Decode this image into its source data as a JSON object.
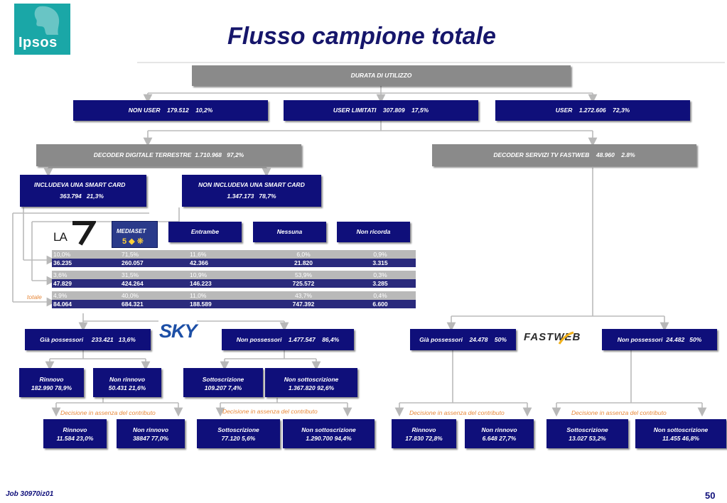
{
  "logo": {
    "text": "Ipsos"
  },
  "title": "Flusso campione totale",
  "top_bar": "DURATA DI UTILIZZO",
  "users": [
    {
      "label": "NON USER",
      "n": "179.512",
      "pct": "10,2%"
    },
    {
      "label": "USER LIMITATI",
      "n": "307.809",
      "pct": "17,5%"
    },
    {
      "label": "USER",
      "n": "1.272.606",
      "pct": "72,3%"
    }
  ],
  "decoders": [
    {
      "label": "DECODER DIGITALE TERRESTRE",
      "n": "1.710.968",
      "pct": "97,2%"
    },
    {
      "label": "DECODER SERVIZI TV FASTWEB",
      "n": "48.960",
      "pct": "2.8%"
    }
  ],
  "smart": [
    {
      "label": "INCLUDEVA UNA SMART CARD",
      "n": "363.794",
      "pct": "21,3%"
    },
    {
      "label": "NON INCLUDEVA UNA SMART CARD",
      "n": "1.347.173",
      "pct": "78,7%"
    }
  ],
  "brands": {
    "la7": "LA",
    "mediaset": "MEDIASET",
    "sky": "SKY",
    "fastweb": "FASTWEB"
  },
  "table_headers": [
    "Entrambe",
    "Nessuna",
    "Non ricorda"
  ],
  "table_rows": [
    {
      "pct": [
        "10,0%",
        "71,5%",
        "11,6%",
        "6,0%",
        "0,9%"
      ],
      "num": [
        "36.235",
        "260.057",
        "42.366",
        "21.820",
        "3.315"
      ]
    },
    {
      "pct": [
        "3,6%",
        "31,5%",
        "10,9%",
        "53,9%",
        "0,3%"
      ],
      "num": [
        "47.829",
        "424.264",
        "146.223",
        "725.572",
        "3.285"
      ]
    },
    {
      "pct": [
        "4,9%",
        "40,0%",
        "11,0%",
        "43,7%",
        "0,4%"
      ],
      "num": [
        "84.064",
        "684.321",
        "188.589",
        "747.392",
        "6.600"
      ]
    }
  ],
  "totale_label": "totale",
  "owners": [
    {
      "label": "Già possessori",
      "n": "233.421",
      "pct": "13,6%"
    },
    {
      "label": "Non  possessori",
      "n": "1.477.547",
      "pct": "86,4%"
    },
    {
      "label": "Già possessori",
      "n": "24.478",
      "pct": "50%"
    },
    {
      "label": "Non  possessori",
      "n": "24.482",
      "pct": "50%"
    }
  ],
  "level5": [
    {
      "label": "Rinnovo",
      "value": "182.990  78,9%"
    },
    {
      "label": "Non rinnovo",
      "value": "50.431    21,6%"
    },
    {
      "label": "Sottoscrizione",
      "value": "109.207   7,4%"
    },
    {
      "label": "Non sottoscrizione",
      "value": "1.367.820   92,6%"
    }
  ],
  "decision_label": "Decisione in assenza del contributo",
  "level6": [
    {
      "label": "Rinnovo",
      "value": "11.584    23,0%"
    },
    {
      "label": "Non rinnovo",
      "value": "38847   77,0%"
    },
    {
      "label": "Sottoscrizione",
      "value": "77.120     5,6%"
    },
    {
      "label": "Non sottoscrizione",
      "value": "1.290.700    94,4%"
    },
    {
      "label": "Rinnovo",
      "value": "17.830   72,8%"
    },
    {
      "label": "Non rinnovo",
      "value": "6.648 27,7%"
    },
    {
      "label": "Sottoscrizione",
      "value": "13.027   53,2%"
    },
    {
      "label": "Non sottoscrizione",
      "value": "11.455    46,8%"
    }
  ],
  "footer": {
    "job": "Job 30970iz01",
    "page": "50"
  },
  "colors": {
    "navy": "#0f0f7a",
    "grey": "#8a8a8a",
    "orange": "#e7883a",
    "ipsos_teal": "#1aa7a7"
  }
}
